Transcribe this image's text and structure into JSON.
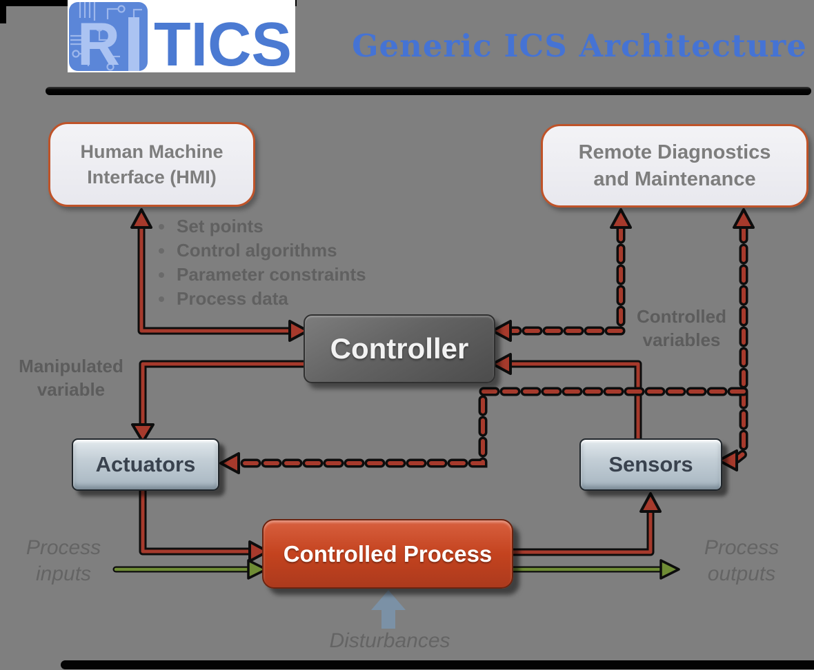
{
  "header": {
    "logo": {
      "r": "R",
      "i": "I",
      "tics": "TICS"
    },
    "title": "Generic ICS Architecture"
  },
  "boxes": {
    "hmi": {
      "line1": "Human Machine",
      "line2": "Interface (HMI)"
    },
    "remote": {
      "line1": "Remote Diagnostics",
      "line2": "and Maintenance"
    },
    "controller": {
      "label": "Controller"
    },
    "actuators": {
      "label": "Actuators"
    },
    "sensors": {
      "label": "Sensors"
    },
    "process": {
      "label": "Controlled Process"
    }
  },
  "bullets": [
    "Set points",
    "Control algorithms",
    "Parameter constraints",
    "Process data"
  ],
  "labels": {
    "manipulated_variable": {
      "line1": "Manipulated",
      "line2": "variable"
    },
    "controlled_variables": {
      "line1": "Controlled",
      "line2": "variables"
    },
    "process_inputs": {
      "line1": "Process",
      "line2": "inputs"
    },
    "process_outputs": {
      "line1": "Process",
      "line2": "outputs"
    },
    "disturbances": "Disturbances"
  },
  "colors": {
    "red": "#a63a2c",
    "green": "#6f8c35",
    "title_blue": "#4573d4",
    "box_border_orange": "#bf5329",
    "disturbance_blue": "#7b91a6",
    "background_gray": "#7f7f7f",
    "logo_blue": "#5b86d8",
    "logo_letter_light": "#abc3f2",
    "logo_letter_dark": "#4b7ad2"
  }
}
